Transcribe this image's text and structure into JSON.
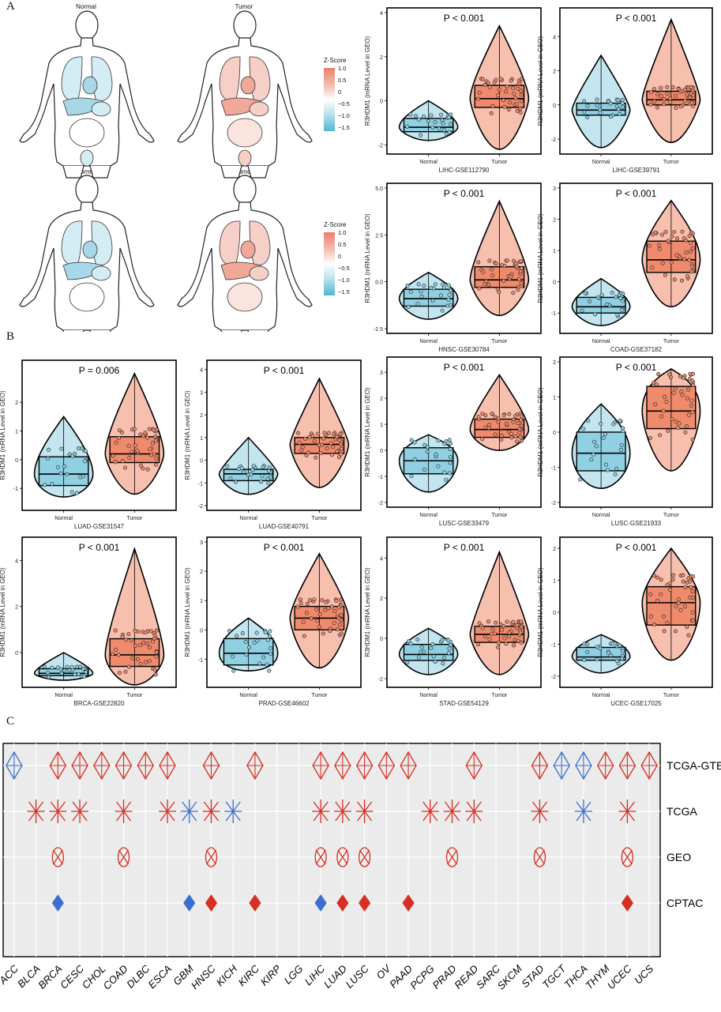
{
  "panels": {
    "a": "A",
    "b": "B",
    "c": "C"
  },
  "bodymap": {
    "normal": "Normal",
    "tumor": "Tumor",
    "legend_title": "Z-Score",
    "legend_ticks": [
      "1.0",
      "0.5",
      "0",
      "−0.5",
      "−1.0",
      "−1.5"
    ],
    "colors": {
      "high": "#e8806c",
      "low": "#52b6d3"
    }
  },
  "violin_common": {
    "ylabel": "R3HDM1 (mRNA Level in GEO)",
    "group_normal": "Normal",
    "group_tumor": "Tumor",
    "normal_color": "#8fd0e2",
    "tumor_color": "#ef8a6c"
  },
  "chart_data": [
    {
      "type": "violin",
      "title": "P < 0.001",
      "xlabel": "LIHC-GSE112790",
      "yticks": [
        "-2",
        "0",
        "2",
        "4"
      ],
      "ylim": [
        -2.2,
        4
      ],
      "normal": {
        "median": -1.2,
        "q1": -1.4,
        "q3": -0.8,
        "min": -1.8,
        "max": 0.0
      },
      "tumor": {
        "median": 0.1,
        "q1": -0.3,
        "q3": 0.7,
        "min": -2.2,
        "max": 3.4
      }
    },
    {
      "type": "violin",
      "title": "P < 0.001",
      "xlabel": "LIHC-GSE39791",
      "yticks": [
        "-2",
        "0",
        "2",
        "4"
      ],
      "ylim": [
        -2.6,
        5.4
      ],
      "normal": {
        "median": -0.3,
        "q1": -0.6,
        "q3": 0.1,
        "min": -2.5,
        "max": 2.9
      },
      "tumor": {
        "median": 0.3,
        "q1": 0.0,
        "q3": 0.8,
        "min": -2.2,
        "max": 5.0
      }
    },
    {
      "type": "violin",
      "title": "P < 0.001",
      "xlabel": "HNSC-GSE30784",
      "yticks": [
        "-2.5",
        "0.0",
        "2.5",
        "5.0"
      ],
      "ylim": [
        -2.5,
        5.0
      ],
      "normal": {
        "median": -0.9,
        "q1": -1.3,
        "q3": -0.4,
        "min": -2.0,
        "max": 0.5
      },
      "tumor": {
        "median": 0.1,
        "q1": -0.3,
        "q3": 0.8,
        "min": -1.8,
        "max": 4.3
      }
    },
    {
      "type": "violin",
      "title": "P < 0.001",
      "xlabel": "COAD-GSE37182",
      "yticks": [
        "-1",
        "0",
        "1",
        "2",
        "3"
      ],
      "ylim": [
        -1.5,
        3.0
      ],
      "normal": {
        "median": -0.8,
        "q1": -1.0,
        "q3": -0.5,
        "min": -1.4,
        "max": 0.1
      },
      "tumor": {
        "median": 0.7,
        "q1": 0.3,
        "q3": 1.3,
        "min": -0.8,
        "max": 2.6
      }
    },
    {
      "type": "violin",
      "title": "P = 0.006",
      "xlabel": "LUAD-GSE31547",
      "yticks": [
        "-1",
        "0",
        "1",
        "2"
      ],
      "ylim": [
        -1.6,
        3.3
      ],
      "normal": {
        "median": -0.5,
        "q1": -0.9,
        "q3": 0.1,
        "min": -1.3,
        "max": 1.5
      },
      "tumor": {
        "median": 0.2,
        "q1": -0.1,
        "q3": 0.8,
        "min": -1.2,
        "max": 3.0
      }
    },
    {
      "type": "violin",
      "title": "P < 0.001",
      "xlabel": "LUAD-GSE40791",
      "yticks": [
        "-2",
        "-1",
        "0",
        "1",
        "2",
        "3",
        "4"
      ],
      "ylim": [
        -2.0,
        4.2
      ],
      "normal": {
        "median": -0.6,
        "q1": -0.9,
        "q3": -0.4,
        "min": -1.5,
        "max": 1.0
      },
      "tumor": {
        "median": 0.7,
        "q1": 0.3,
        "q3": 1.0,
        "min": -1.2,
        "max": 3.6
      }
    },
    {
      "type": "violin",
      "title": "P < 0.001",
      "xlabel": "LUSC-GSE33479",
      "yticks": [
        "-2",
        "-1",
        "0",
        "1",
        "2",
        "3"
      ],
      "ylim": [
        -2.0,
        3.4
      ],
      "normal": {
        "median": -0.4,
        "q1": -0.9,
        "q3": 0.1,
        "min": -1.6,
        "max": 0.6
      },
      "tumor": {
        "median": 0.8,
        "q1": 0.5,
        "q3": 1.2,
        "min": 0.0,
        "max": 2.9
      }
    },
    {
      "type": "violin",
      "title": "P < 0.001",
      "xlabel": "LUSC-GSE21933",
      "yticks": [
        "-2",
        "-1",
        "0",
        "1",
        "2"
      ],
      "ylim": [
        -2.0,
        2.0
      ],
      "normal": {
        "median": -0.6,
        "q1": -1.1,
        "q3": 0.0,
        "min": -1.6,
        "max": 0.8
      },
      "tumor": {
        "median": 0.6,
        "q1": 0.1,
        "q3": 1.3,
        "min": -1.1,
        "max": 1.8
      }
    },
    {
      "type": "violin",
      "title": "P < 0.001",
      "xlabel": "BRCA-GSE22820",
      "yticks": [
        "0",
        "2",
        "4"
      ],
      "ylim": [
        -1.3,
        4.8
      ],
      "normal": {
        "median": -0.9,
        "q1": -1.0,
        "q3": -0.7,
        "min": -1.2,
        "max": 0.0
      },
      "tumor": {
        "median": -0.1,
        "q1": -0.6,
        "q3": 0.6,
        "min": -1.4,
        "max": 4.5
      }
    },
    {
      "type": "violin",
      "title": "P < 0.001",
      "xlabel": "PRAD-GSE46602",
      "yticks": [
        "-1",
        "0",
        "1",
        "2",
        "3"
      ],
      "ylim": [
        -1.8,
        3.0
      ],
      "normal": {
        "median": -0.8,
        "q1": -1.2,
        "q3": -0.3,
        "min": -1.4,
        "max": 0.4
      },
      "tumor": {
        "median": 0.4,
        "q1": 0.0,
        "q3": 0.8,
        "min": -1.3,
        "max": 2.6
      }
    },
    {
      "type": "violin",
      "title": "P < 0.001",
      "xlabel": "STAD-GSE54129",
      "yticks": [
        "-2",
        "0",
        "2",
        "4"
      ],
      "ylim": [
        -2.2,
        4.8
      ],
      "normal": {
        "median": -0.8,
        "q1": -1.1,
        "q3": -0.3,
        "min": -1.8,
        "max": 0.5
      },
      "tumor": {
        "median": 0.2,
        "q1": -0.2,
        "q3": 0.6,
        "min": -1.8,
        "max": 4.3
      }
    },
    {
      "type": "violin",
      "title": "P < 0.001",
      "xlabel": "UCEC-GSE17025",
      "yticks": [
        "-2",
        "-1",
        "0",
        "1",
        "2"
      ],
      "ylim": [
        -2.2,
        2.2
      ],
      "normal": {
        "median": -1.4,
        "q1": -1.5,
        "q3": -1.1,
        "min": -1.9,
        "max": -0.7
      },
      "tumor": {
        "median": 0.3,
        "q1": -0.4,
        "q3": 0.8,
        "min": -1.5,
        "max": 2.0
      }
    }
  ],
  "matrix": {
    "colors": {
      "up": "#d62f24",
      "down": "#3a6fd0"
    },
    "cancers": [
      "ACC",
      "BLCA",
      "BRCA",
      "CESC",
      "CHOL",
      "COAD",
      "DLBC",
      "ESCA",
      "GBM",
      "HNSC",
      "KICH",
      "KIRC",
      "KIRP",
      "LGG",
      "LIHC",
      "LUAD",
      "LUSC",
      "OV",
      "PAAD",
      "PCPG",
      "PRAD",
      "READ",
      "SARC",
      "SKCM",
      "STAD",
      "TGCT",
      "THCA",
      "THYM",
      "UCEC",
      "UCS"
    ],
    "rows": [
      {
        "label": "TCGA-GTEx",
        "marker": "diamond-open",
        "cells": [
          "down",
          "",
          "up",
          "up",
          "up",
          "up",
          "up",
          "up",
          "",
          "up",
          "",
          "up",
          "",
          "",
          "up",
          "up",
          "up",
          "up",
          "up",
          "",
          "",
          "up",
          "",
          "",
          "up",
          "down",
          "down",
          "up",
          "up",
          "up"
        ]
      },
      {
        "label": "TCGA",
        "marker": "asterisk",
        "cells": [
          "",
          "up",
          "up",
          "up",
          "",
          "up",
          "",
          "up",
          "down",
          "up",
          "down",
          "",
          "",
          "",
          "up",
          "up",
          "up",
          "",
          "",
          "up",
          "up",
          "up",
          "",
          "",
          "up",
          "",
          "down",
          "",
          "up",
          ""
        ]
      },
      {
        "label": "GEO",
        "marker": "circle-x",
        "cells": [
          "",
          "",
          "up",
          "",
          "",
          "up",
          "",
          "",
          "",
          "up",
          "",
          "",
          "",
          "",
          "up",
          "up",
          "up",
          "",
          "",
          "",
          "up",
          "",
          "",
          "",
          "up",
          "",
          "",
          "",
          "up",
          ""
        ]
      },
      {
        "label": "CPTAC",
        "marker": "diamond-filled",
        "cells": [
          "",
          "",
          "down",
          "",
          "",
          "",
          "",
          "",
          "down",
          "up",
          "",
          "up",
          "",
          "",
          "down",
          "up",
          "up",
          "",
          "up",
          "",
          "",
          "",
          "",
          "",
          "",
          "",
          "",
          "",
          "up",
          ""
        ]
      }
    ]
  }
}
